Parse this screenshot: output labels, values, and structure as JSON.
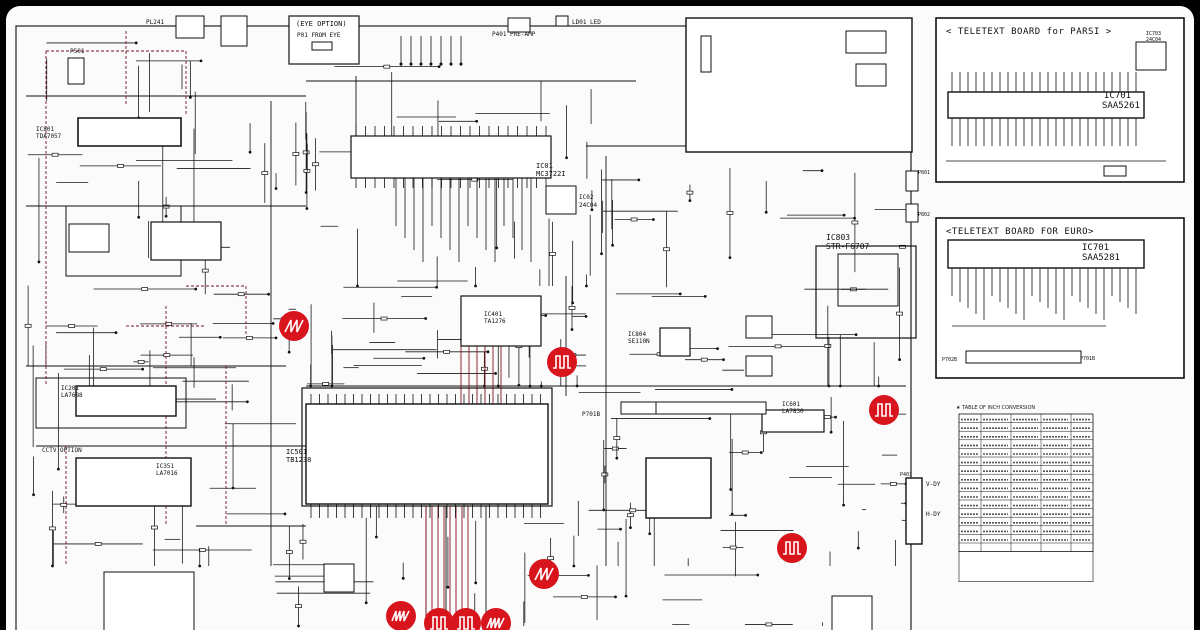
{
  "schematic": {
    "connectors": {
      "p501": "P501",
      "pl241": "PL241",
      "p401": "P401",
      "p601": "P601",
      "p801": "P801",
      "p802": "P802",
      "p701b": "P701B",
      "p701b_euro": "P701B",
      "p702b": "P702B"
    },
    "ics": {
      "ic501": {
        "ref": "IC501",
        "part": "TB1238"
      },
      "ic01": {
        "ref": "IC01",
        "part": "MC3722I"
      },
      "ic02": {
        "ref": "IC02",
        "part": "24C04"
      },
      "ic803": {
        "ref": "IC803",
        "part": "STR-F6707"
      },
      "ic804": {
        "ref": "IC804",
        "part": "SE110N"
      },
      "ic601": {
        "ref": "IC601",
        "part": "LA7830"
      },
      "ic201": {
        "ref": "IC201",
        "part": "LA7688"
      },
      "ic801": {
        "ref": "IC801",
        "part": "TDA7057"
      },
      "ic351": {
        "ref": "IC351",
        "part": "LA7016"
      },
      "tuner": {
        "ref": "IC401",
        "part": "TA1276"
      }
    },
    "notes": {
      "eye_option": "(EYE OPTION)",
      "from_eye": "P01 FROM EYE",
      "cctv_option": "CCTV OPTION",
      "pre_amp": "P401 PRE-AMP",
      "led": "LD01 LED",
      "vdy": "V-DY",
      "hdy": "H-DY"
    },
    "teletext_parsi": {
      "title": "< TELETEXT BOARD for PARSI >",
      "ic": "IC701",
      "part": "SAA5261",
      "aux_ic": "IC703",
      "aux_part": "24C04"
    },
    "teletext_euro": {
      "title": "<TELETEXT BOARD FOR EURO>",
      "ic": "IC701",
      "part": "SAA5281"
    },
    "conversion_table": {
      "title": "★ TABLE OF INCH CONVERSION",
      "rows": 15
    }
  }
}
